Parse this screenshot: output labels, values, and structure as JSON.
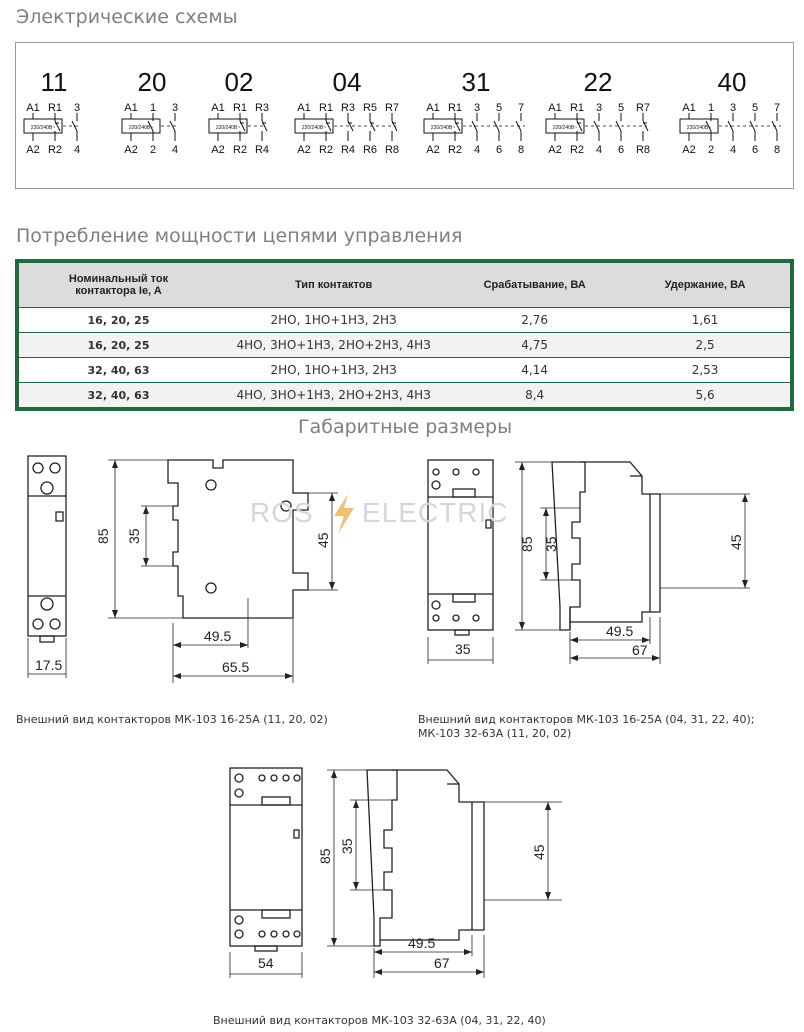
{
  "sections": {
    "schemes_title": "Электрические схемы",
    "power_title": "Потребление мощности цепями управления",
    "dims_title": "Габаритные размеры"
  },
  "schemes": [
    {
      "code": "11",
      "top": [
        "A1",
        "R1",
        "3"
      ],
      "bottom": [
        "A2",
        "R2",
        "4"
      ],
      "coil": "220/240B~"
    },
    {
      "code": "20",
      "top": [
        "A1",
        "1",
        "3"
      ],
      "bottom": [
        "A2",
        "2",
        "4"
      ],
      "coil": "220/240B~"
    },
    {
      "code": "02",
      "top": [
        "A1",
        "R1",
        "R3"
      ],
      "bottom": [
        "A2",
        "R2",
        "R4"
      ],
      "coil": "220/240B~"
    },
    {
      "code": "04",
      "top": [
        "A1",
        "R1",
        "R3",
        "R5",
        "R7"
      ],
      "bottom": [
        "A2",
        "R2",
        "R4",
        "R6",
        "R8"
      ],
      "coil": "220/240B~"
    },
    {
      "code": "31",
      "top": [
        "A1",
        "R1",
        "3",
        "5",
        "7"
      ],
      "bottom": [
        "A2",
        "R2",
        "4",
        "6",
        "8"
      ],
      "coil": "220/240B~"
    },
    {
      "code": "22",
      "top": [
        "A1",
        "R1",
        "3",
        "5",
        "R7"
      ],
      "bottom": [
        "A2",
        "R2",
        "4",
        "6",
        "R8"
      ],
      "coil": "220/240B~"
    },
    {
      "code": "40",
      "top": [
        "A1",
        "1",
        "3",
        "5",
        "7"
      ],
      "bottom": [
        "A2",
        "2",
        "4",
        "6",
        "8"
      ],
      "coil": "220/240B~"
    }
  ],
  "power_table": {
    "headers": [
      "Номинальный ток контактора Ie, A",
      "Тип контактов",
      "Срабатывание, ВА",
      "Удержание, ВА"
    ],
    "rows": [
      [
        "16, 20, 25",
        "2НО, 1НО+1НЗ, 2НЗ",
        "2,76",
        "1,61"
      ],
      [
        "16, 20, 25",
        "4НО, 3НО+1НЗ, 2НО+2НЗ, 4НЗ",
        "4,75",
        "2,5"
      ],
      [
        "32, 40, 63",
        "2НО, 1НО+1НЗ, 2НЗ",
        "4,14",
        "2,53"
      ],
      [
        "32, 40, 63",
        "4НО, 3НО+1НЗ, 2НО+2НЗ, 4НЗ",
        "8,4",
        "5,6"
      ]
    ]
  },
  "drawing1": {
    "height": "85",
    "inner": "35",
    "rail": "45",
    "depth1": "49.5",
    "depth2": "65.5",
    "width": "17.5"
  },
  "drawing2": {
    "height": "85",
    "inner": "35",
    "rail": "45",
    "depth1": "49.5",
    "depth2": "67",
    "width": "35"
  },
  "drawing3": {
    "height": "85",
    "inner": "35",
    "rail": "45",
    "depth1": "49.5",
    "depth2": "67",
    "width": "54"
  },
  "watermark": {
    "left": "ROS",
    "right": "ELECTRIC"
  },
  "captions": {
    "c1": "Внешний вид контакторов МК-103 16-25А (11, 20, 02)",
    "c2": "Внешний вид контакторов МК-103 16-25А (04, 31, 22, 40);",
    "c2b": "МК-103 32-63А (11, 20, 02)",
    "c3": "Внешний вид контакторов МК-103 32-63А (04, 31, 22, 40)"
  },
  "colors": {
    "table_border": "#1f6b3d",
    "header_bg": "#dcdcdc",
    "title_gray": "#7f7f7f"
  }
}
